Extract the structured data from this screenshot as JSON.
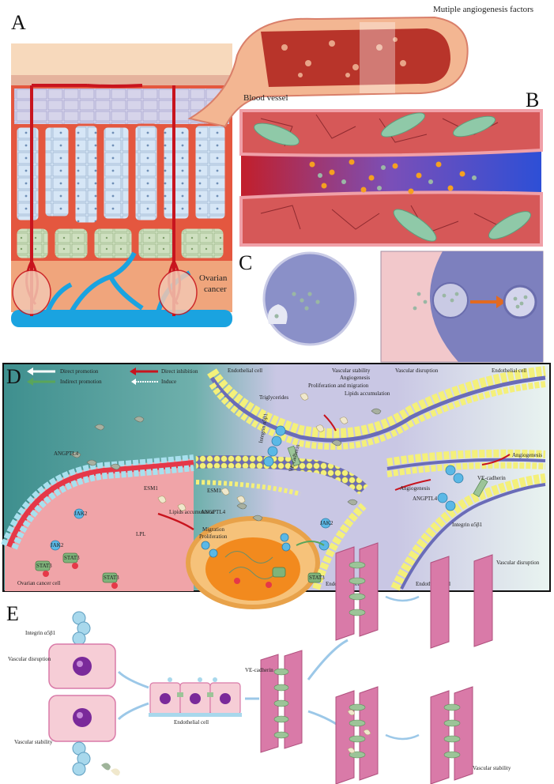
{
  "panels": {
    "a": {
      "letter": "A",
      "factors_label": "Mutiple angiogenesis factors",
      "vessel_label": "Blood vessel",
      "cancer_label_1": "Ovarian",
      "cancer_label_2": "cancer"
    },
    "b": {
      "letter": "B"
    },
    "c": {
      "letter": "C"
    },
    "d": {
      "letter": "D",
      "legend": {
        "direct_promotion": "Direct promotion",
        "direct_inhibition": "Direct inhibition",
        "indirect_promotion": "Indirect promotion",
        "induce": "Induce"
      },
      "labels": {
        "endothelial_cell_top": "Endothelial cell",
        "endothelial_cell_top_right": "Endothelial cell",
        "vascular_stability": "Vascular stability",
        "angiogenesis_top": "Angiogenesis",
        "proliferation_migration": "Proliferation and migration",
        "lipids_accumulation_top": "Lipids accumulation",
        "vascular_disruption": "Vascular disruption",
        "triglycerides": "Triglycerides",
        "angptl4_left": "ANGPTL4",
        "esm1_left": "ESM1",
        "lipids_accumulation_mid": "Lipids accumulation",
        "lpl": "LPL",
        "jak2_left_1": "JAK2",
        "jak2_left_2": "JAK2",
        "stat3_1": "STAT3",
        "stat3_2": "STAT3",
        "stat3_3": "STAT3",
        "migration": "Migration",
        "proliferation": "Proliferation",
        "esm1_mid": "ESM1",
        "angptl4_mid": "ANGPTL4",
        "jak2_mid": "JAK2",
        "stat3_mid": "STAT3",
        "integrin_mid": "Integrin α5β1",
        "vecadherin_mid": "VE-cadherin",
        "angiogenesis_right_1": "Angiogenesis",
        "angiogenesis_right_2": "Angiogenesis",
        "vecadherin_right": "VE-cadherin",
        "angptl4_right": "ANGPTL4",
        "integrin_right": "Integrin α5β1",
        "ovarian_cancer_cell": "Ovarian cancer cell",
        "endothelial_cell_bottom_mid": "Endothelial cell",
        "endothelial_cell_bottom_right": "Endothelial cell"
      }
    },
    "e": {
      "letter": "E",
      "integrin": "Integrin α5β1",
      "vascular_disruption_left": "Vascular disruption",
      "vascular_stability_left": "Vascular stability",
      "endothelial_cell": "Endothelial cell",
      "vecadherin": "VE-cadherin",
      "vascular_disruption_right": "Vascular disruption",
      "vascular_stability_right": "Vascular stability"
    }
  },
  "colors": {
    "tissue_red": "#e4573f",
    "vessel_red": "#c8141e",
    "cell_blue": "#d6e6f6",
    "cell_green": "#cfe0c0",
    "vein_blue": "#1aa3e0",
    "endothelial_purple": "#8a90c8",
    "membrane_yellow": "#f4f07a",
    "membrane_red": "#e53848",
    "membrane_cyan": "#a8e0ee",
    "teal_bg": "#3e8f8e",
    "lavender_bg": "#c9c7e4",
    "pink": "#d97aa8",
    "cadherin_green": "#9cc498"
  }
}
